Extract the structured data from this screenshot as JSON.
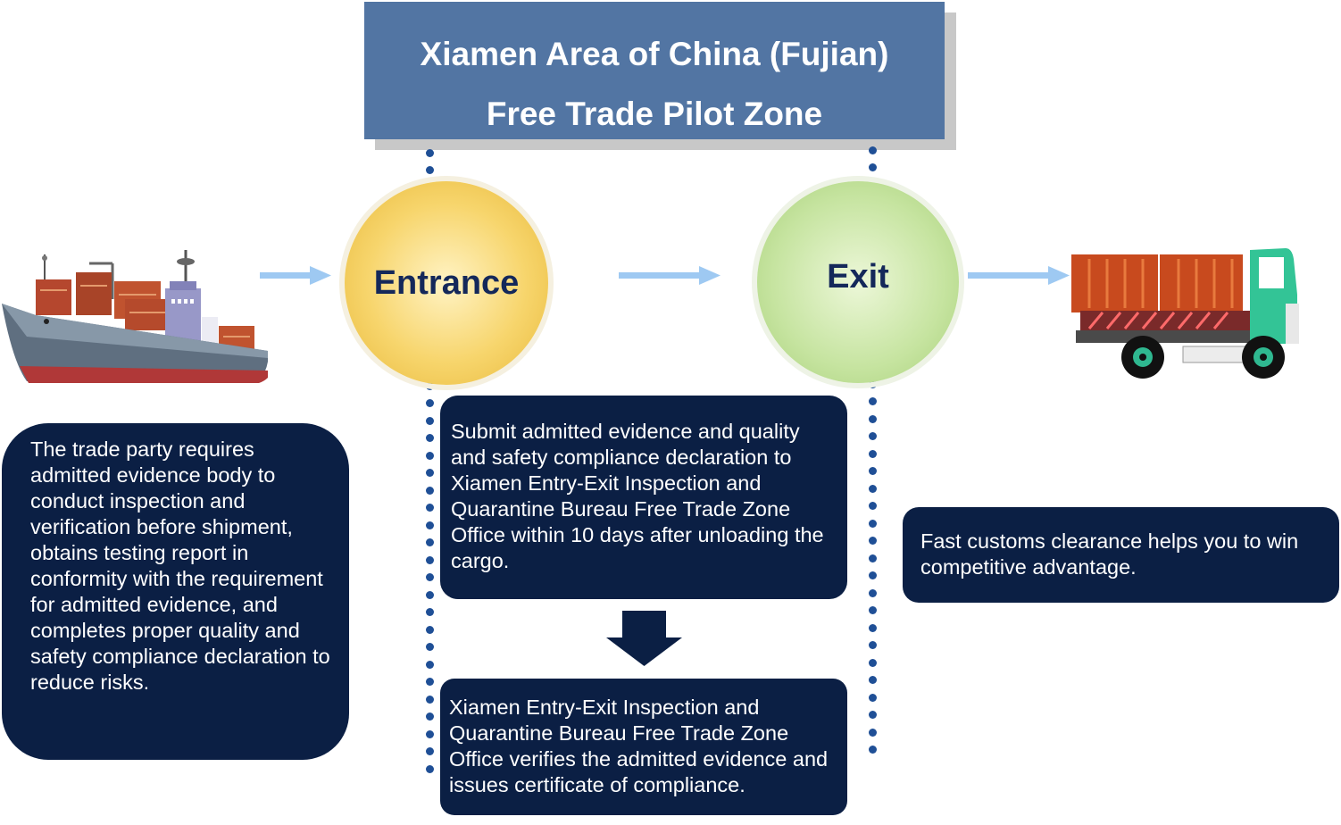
{
  "title": {
    "line1": "Xiamen Area of China (Fujian)",
    "line2": "Free Trade Pilot Zone"
  },
  "stages": {
    "entrance": "Entrance",
    "exit": "Exit"
  },
  "boxes": {
    "trade_party": "The trade party requires admitted evidence body to conduct inspection and verification before shipment, obtains testing report in conformity with the requirement for admitted evidence, and completes proper quality and safety compliance declaration to reduce risks.",
    "submit": "Submit admitted evidence and quality and safety compliance declaration to Xiamen Entry-Exit Inspection and Quarantine Bureau Free Trade Zone Office within 10 days after unloading the cargo.",
    "verify": "Xiamen Entry-Exit Inspection and Quarantine Bureau Free Trade Zone Office verifies the admitted evidence and issues certificate of compliance.",
    "fast_clearance": "Fast customs clearance helps you to win competitive advantage."
  },
  "icons": {
    "ship": "cargo-ship-icon",
    "truck": "cargo-truck-icon"
  },
  "colors": {
    "banner": "#5275a3",
    "box": "#0b1f44",
    "arrow": "#9ec9f2",
    "dots": "#1f4f96",
    "entrance": "#f7d56c",
    "exit": "#c6e4a0"
  }
}
